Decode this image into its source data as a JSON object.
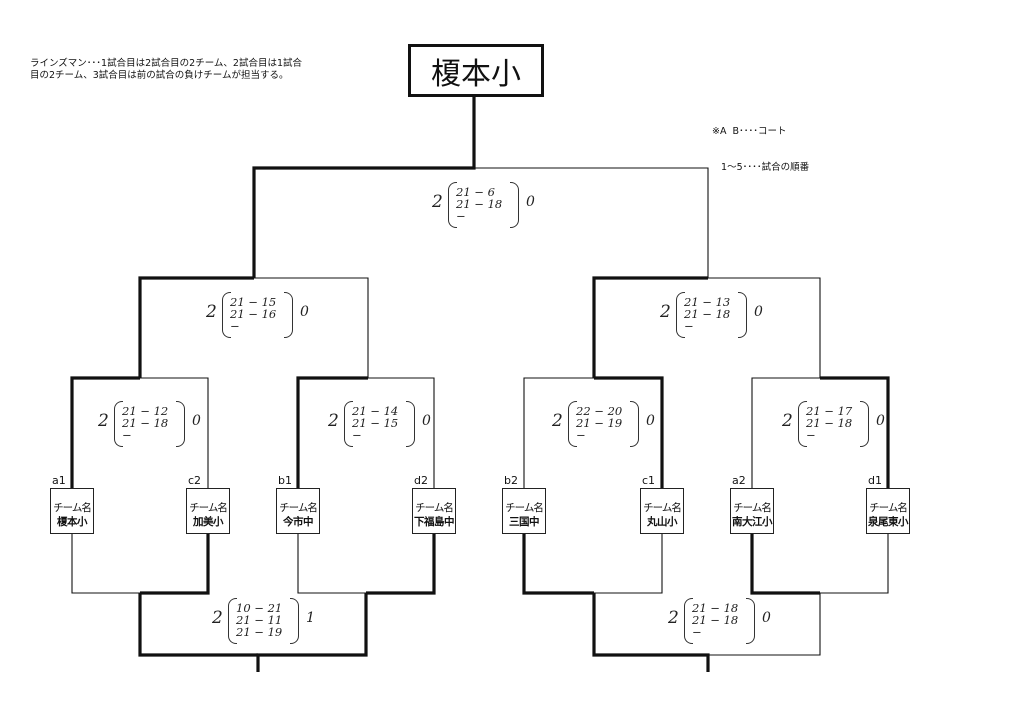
{
  "notes": {
    "lines_rule": "ラインズマン･･･1試合目は2試合目の2チーム、2試合目は1試合\n目の2チーム、3試合目は前の試合の負けチームが担当する。",
    "legend_line1": "※A  B････コート",
    "legend_line2": "   1～5････試合の順番"
  },
  "winner": {
    "name": "榎本小"
  },
  "team_label": "チーム名",
  "teams": [
    {
      "slot": "a1",
      "name": "榎本小"
    },
    {
      "slot": "c2",
      "name": "加美小"
    },
    {
      "slot": "b1",
      "name": "今市中"
    },
    {
      "slot": "d2",
      "name": "下福島中"
    },
    {
      "slot": "b2",
      "name": "三国中"
    },
    {
      "slot": "c1",
      "name": "丸山小"
    },
    {
      "slot": "a2",
      "name": "南大江小"
    },
    {
      "slot": "d1",
      "name": "泉尾東小"
    }
  ],
  "matches": [
    {
      "id": "r1-left-a",
      "round": 1,
      "teams": [
        "榎本小",
        "加美小"
      ],
      "sets_won": [
        2,
        0
      ],
      "games": [
        "21 − 12",
        "21 − 18",
        "−"
      ],
      "winner": "榎本小"
    },
    {
      "id": "r1-left-b",
      "round": 1,
      "teams": [
        "今市中",
        "下福島中"
      ],
      "sets_won": [
        2,
        0
      ],
      "games": [
        "21 − 14",
        "21 − 15",
        "−"
      ],
      "winner": "今市中"
    },
    {
      "id": "r1-right-a",
      "round": 1,
      "teams": [
        "三国中",
        "丸山小"
      ],
      "sets_won": [
        2,
        0
      ],
      "games": [
        "22 − 20",
        "21 − 19",
        "−"
      ],
      "winner": "丸山小"
    },
    {
      "id": "r1-right-b",
      "round": 1,
      "teams": [
        "南大江小",
        "泉尾東小"
      ],
      "sets_won": [
        2,
        0
      ],
      "games": [
        "21 − 17",
        "21 − 18",
        "−"
      ],
      "winner": "泉尾東小"
    },
    {
      "id": "r1-bottom-left",
      "round": 1,
      "teams": [
        "加美小",
        "下福島中"
      ],
      "sets_won": [
        2,
        1
      ],
      "games": [
        "10 − 21",
        "21 − 11",
        "21 − 19"
      ],
      "winner": "下福島中"
    },
    {
      "id": "r1-bottom-right",
      "round": 1,
      "teams": [
        "三国中",
        "丸山小"
      ],
      "sets_won": [
        2,
        0
      ],
      "games": [
        "21 − 18",
        "21 − 18",
        "−"
      ],
      "winner": "三国中"
    },
    {
      "id": "semi-left",
      "round": 2,
      "teams": [
        "榎本小",
        "今市中"
      ],
      "sets_won": [
        2,
        0
      ],
      "games": [
        "21 − 15",
        "21 − 16",
        "−"
      ],
      "winner": "榎本小"
    },
    {
      "id": "semi-right",
      "round": 2,
      "teams": [
        "丸山小",
        "泉尾東小"
      ],
      "sets_won": [
        2,
        0
      ],
      "games": [
        "21 − 13",
        "21 − 18",
        "−"
      ],
      "winner": "丸山小"
    },
    {
      "id": "final",
      "round": 3,
      "teams": [
        "榎本小",
        "丸山小"
      ],
      "sets_won": [
        2,
        0
      ],
      "games": [
        "21 − 6",
        "21 − 18",
        "−"
      ],
      "winner": "榎本小"
    }
  ]
}
